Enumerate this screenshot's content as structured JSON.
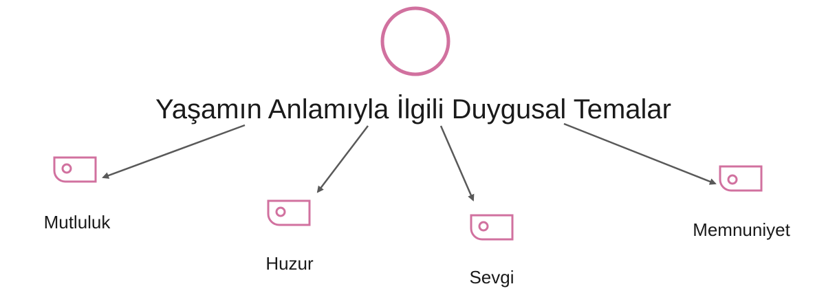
{
  "diagram": {
    "root": {
      "label": "Yaşamın Anlamıyla İlgili Duygusal Temalar",
      "icon": "circle-icon",
      "color": "#d1719f"
    },
    "children": [
      {
        "label": "Mutluluk",
        "icon": "code-tag-icon"
      },
      {
        "label": "Huzur",
        "icon": "code-tag-icon"
      },
      {
        "label": "Sevgi",
        "icon": "code-tag-icon"
      },
      {
        "label": "Memnuniyet",
        "icon": "code-tag-icon"
      }
    ],
    "arrow_color": "#595959"
  }
}
